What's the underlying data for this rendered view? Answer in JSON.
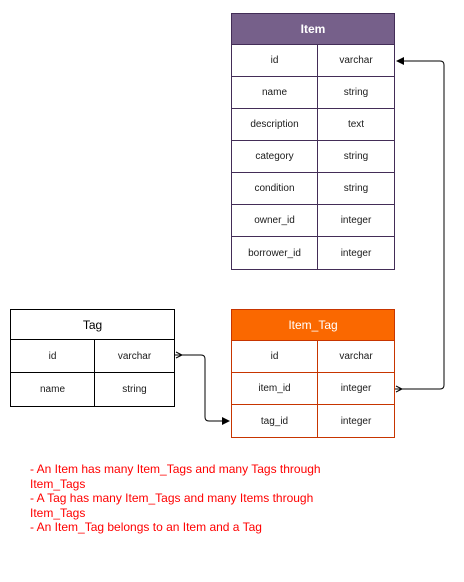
{
  "tables": {
    "item": {
      "title": "Item",
      "rows": [
        {
          "name": "id",
          "type": "varchar"
        },
        {
          "name": "name",
          "type": "string"
        },
        {
          "name": "description",
          "type": "text"
        },
        {
          "name": "category",
          "type": "string"
        },
        {
          "name": "condition",
          "type": "string"
        },
        {
          "name": "owner_id",
          "type": "integer"
        },
        {
          "name": "borrower_id",
          "type": "integer"
        }
      ]
    },
    "tag": {
      "title": "Tag",
      "rows": [
        {
          "name": "id",
          "type": "varchar"
        },
        {
          "name": "name",
          "type": "string"
        }
      ]
    },
    "item_tag": {
      "title": "Item_Tag",
      "rows": [
        {
          "name": "id",
          "type": "varchar"
        },
        {
          "name": "item_id",
          "type": "integer"
        },
        {
          "name": "tag_id",
          "type": "integer"
        }
      ]
    }
  },
  "notes": [
    "- An Item has many Item_Tags and many Tags through Item_Tags",
    "- A Tag has many Item_Tags and many Items through Item_Tags",
    "- An Item_Tag belongs to an Item and a Tag"
  ],
  "colors": {
    "item_header": "#76608a",
    "item_border": "#432d57",
    "item_tag_header": "#fa6800",
    "item_tag_border": "#c73500",
    "notes_text": "#ff0000"
  }
}
